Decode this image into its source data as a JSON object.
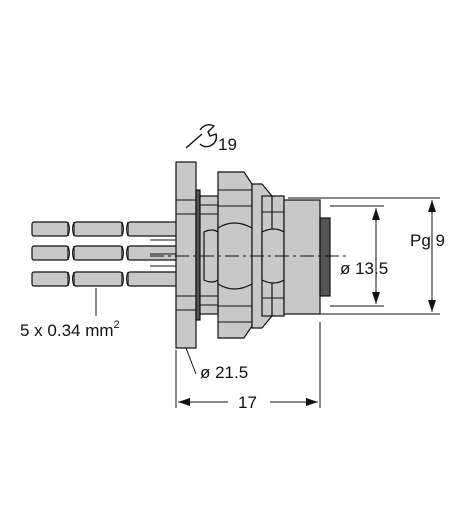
{
  "labels": {
    "wrench_size": "19",
    "cable_spec_main": "5 x 0.34 mm",
    "cable_spec_sup": "2",
    "flange_diameter": "ø 21.5",
    "inner_diameter": "ø 13.5",
    "thread": "Pg 9",
    "length": "17"
  },
  "icons": {
    "wrench": "wrench-icon"
  }
}
